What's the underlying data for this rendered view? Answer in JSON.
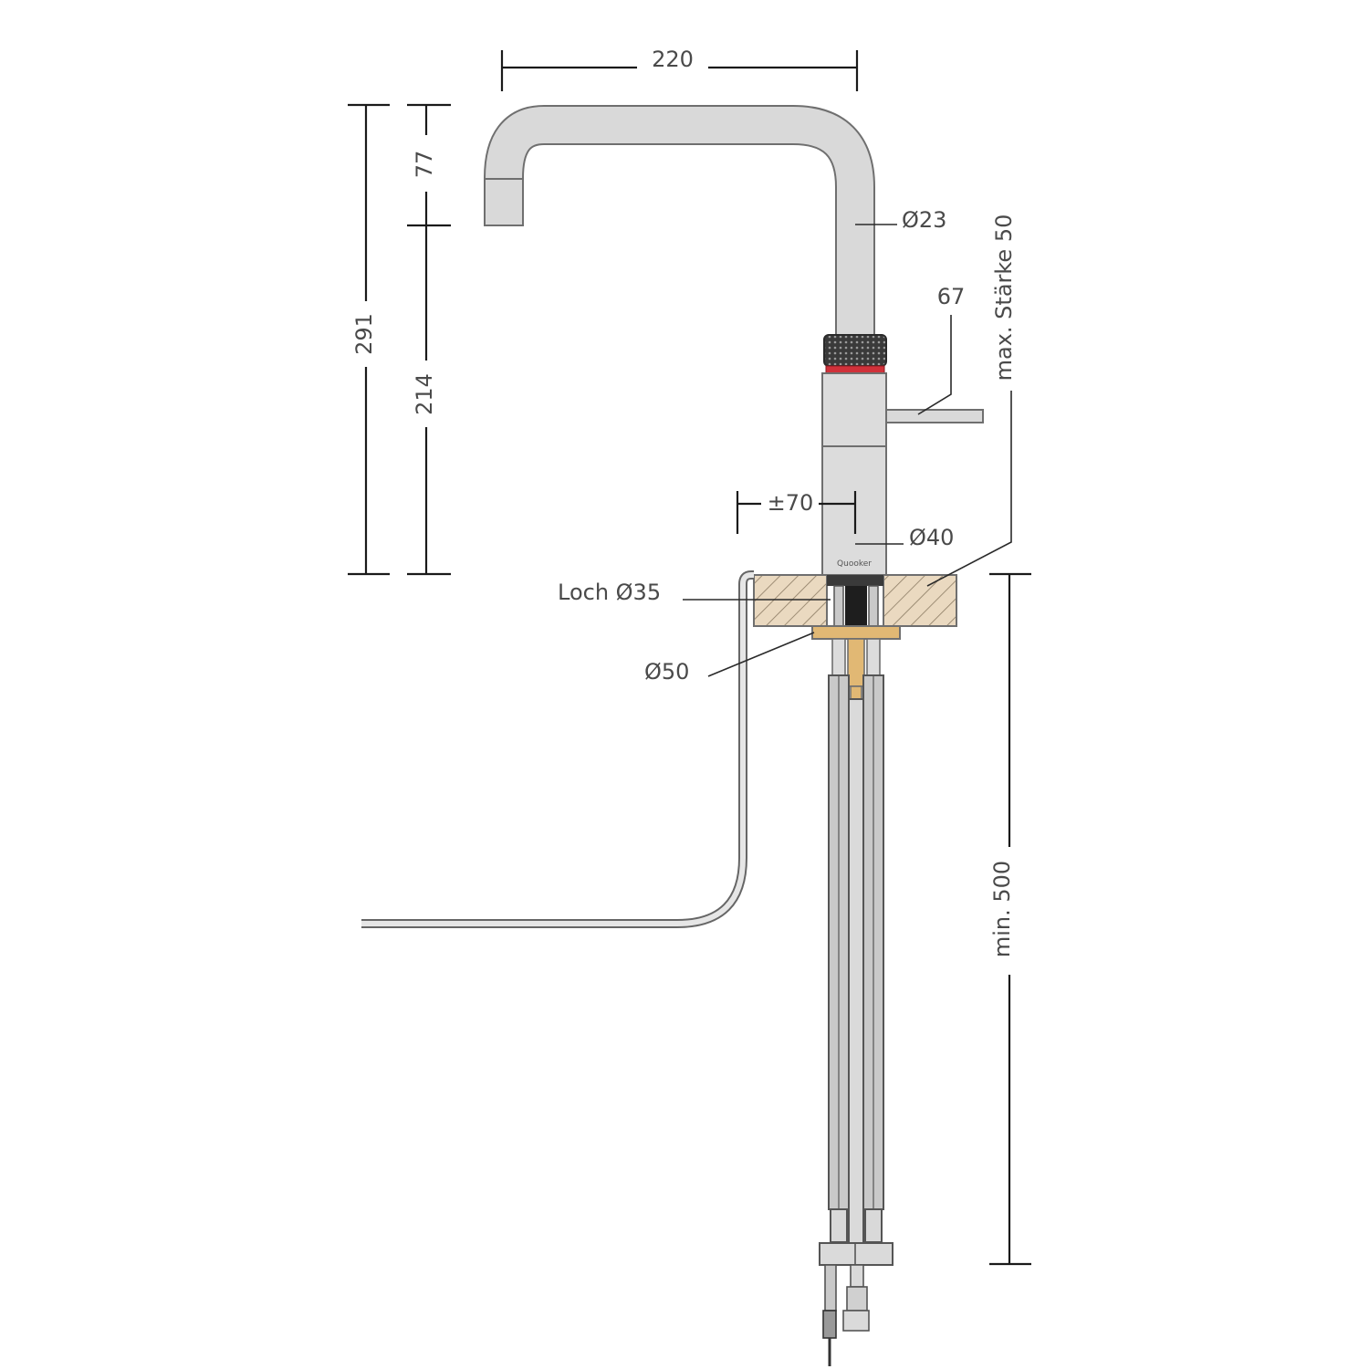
{
  "drawing": {
    "colors": {
      "metal": "#d9d9d9",
      "metal_outline": "#6f6f6f",
      "knurl": "#3a3a3a",
      "red_ring": "#d0313a",
      "wood": "#ead9c0",
      "brass": "#e1b874",
      "line": "#1a1a1a"
    },
    "dimensions": {
      "top_width": "220",
      "total_height": "291",
      "spout_drop": "77",
      "body_height": "214",
      "spout_diameter": "Ø23",
      "lever_length": "67",
      "max_thickness": "max. Stärke 50",
      "offset": "±70",
      "body_diameter": "Ø40",
      "hole": "Loch Ø35",
      "flange_diameter": "Ø50",
      "min_length": "min. 500"
    }
  }
}
